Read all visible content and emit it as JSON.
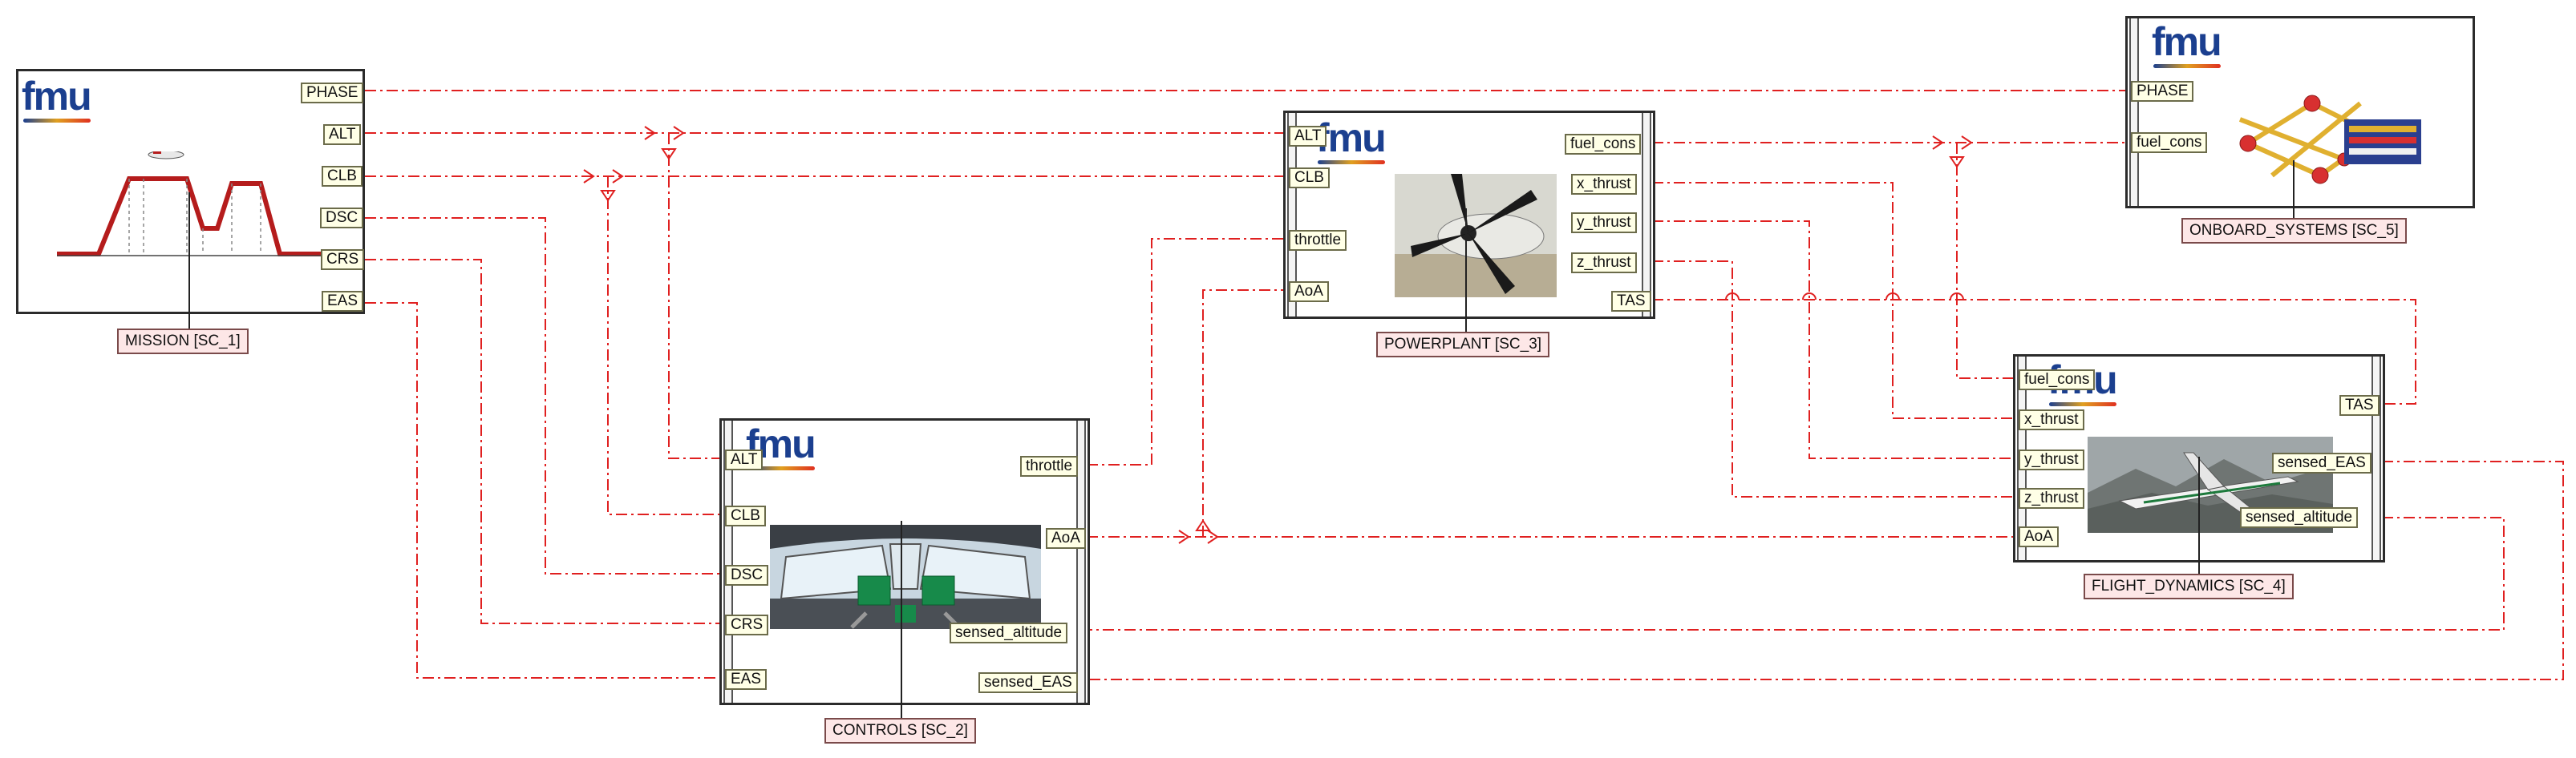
{
  "blocks": {
    "mission": {
      "label": "MISSION [SC_1]",
      "logo": "fmu",
      "icon": "flight-profile-icon",
      "ports_out": [
        "PHASE",
        "ALT",
        "CLB",
        "DSC",
        "CRS",
        "EAS"
      ]
    },
    "controls": {
      "label": "CONTROLS [SC_2]",
      "logo": "fmu",
      "icon": "cockpit-icon",
      "ports_in": [
        "ALT",
        "CLB",
        "DSC",
        "CRS",
        "EAS"
      ],
      "ports_out": [
        "throttle",
        "AoA",
        "sensed_altitude",
        "sensed_EAS"
      ]
    },
    "powerplant": {
      "label": "POWERPLANT [SC_3]",
      "logo": "fmu",
      "icon": "propeller-icon",
      "ports_in": [
        "ALT",
        "CLB",
        "throttle",
        "AoA"
      ],
      "ports_out": [
        "fuel_cons",
        "x_thrust",
        "y_thrust",
        "z_thrust",
        "TAS"
      ]
    },
    "flight_dynamics": {
      "label": "FLIGHT_DYNAMICS [SC_4]",
      "logo": "fmu",
      "icon": "aircraft-icon",
      "ports_in": [
        "fuel_cons",
        "x_thrust",
        "y_thrust",
        "z_thrust",
        "AoA"
      ],
      "ports_out": [
        "TAS",
        "sensed_EAS",
        "sensed_altitude"
      ]
    },
    "onboard_systems": {
      "label": "ONBOARD_SYSTEMS [SC_5]",
      "logo": "fmu",
      "icon": "systems-network-icon",
      "ports_in": [
        "PHASE",
        "fuel_cons"
      ]
    }
  },
  "colors": {
    "connection": "#e02020",
    "port_fill": "#ffffe6",
    "caption_fill": "#fde7e7",
    "block_border": "#2b2b2b"
  }
}
